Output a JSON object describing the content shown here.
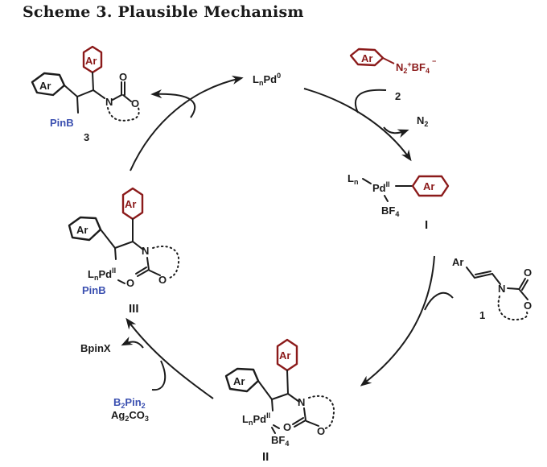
{
  "title": "Scheme 3. Plausible Mechanism",
  "colors": {
    "aryl_diazonium": "#8b1a1a",
    "boron": "#3a4fb0",
    "text": "#1c1c1c"
  },
  "catalyst": {
    "ligand": "L",
    "ligand_sub": "n",
    "metal": "Pd",
    "oxidation_state": "0"
  },
  "species": {
    "product_3": {
      "id": "3",
      "ring_left": "Ar",
      "ring_top": "Ar",
      "boron": "PinB",
      "n": "N",
      "o_carbonyl": "O",
      "o_ring": "O"
    },
    "reagent_2": {
      "id": "2",
      "ring": "Ar",
      "n2": "N",
      "n2_sub": "2",
      "plus": "+",
      "bf4": "BF",
      "bf4_sub": "4",
      "minus": "−"
    },
    "byproduct_n2": {
      "text": "N",
      "sub": "2"
    },
    "intermediate_I": {
      "id": "I",
      "ligand": "L",
      "ligand_sub": "n",
      "metal": "Pd",
      "ox": "II",
      "ring": "Ar",
      "bf4": "BF",
      "bf4_sub": "4"
    },
    "substrate_1": {
      "id": "1",
      "ar": "Ar",
      "n": "N",
      "o_carbonyl": "O",
      "o_ring": "O"
    },
    "intermediate_II": {
      "id": "II",
      "ring_left": "Ar",
      "ring_top": "Ar",
      "ligand": "L",
      "ligand_sub": "n",
      "metal": "Pd",
      "ox": "II",
      "o1": "O",
      "o2": "O",
      "n": "N",
      "bf4": "BF",
      "bf4_sub": "4"
    },
    "intermediate_III": {
      "id": "III",
      "ring_left": "Ar",
      "ring_top": "Ar",
      "ligand": "L",
      "ligand_sub": "n",
      "metal": "Pd",
      "ox": "II",
      "o1": "O",
      "o2": "O",
      "n": "N",
      "boron": "PinB"
    },
    "reagents_b2pin2": {
      "b": "B",
      "b_sub": "2",
      "pin": "Pin",
      "pin_sub": "2"
    },
    "reagents_ag": {
      "ag": "Ag",
      "ag_sub": "2",
      "co": "CO",
      "co_sub": "3"
    },
    "byproduct_bpinx": {
      "text": "BpinX"
    }
  }
}
